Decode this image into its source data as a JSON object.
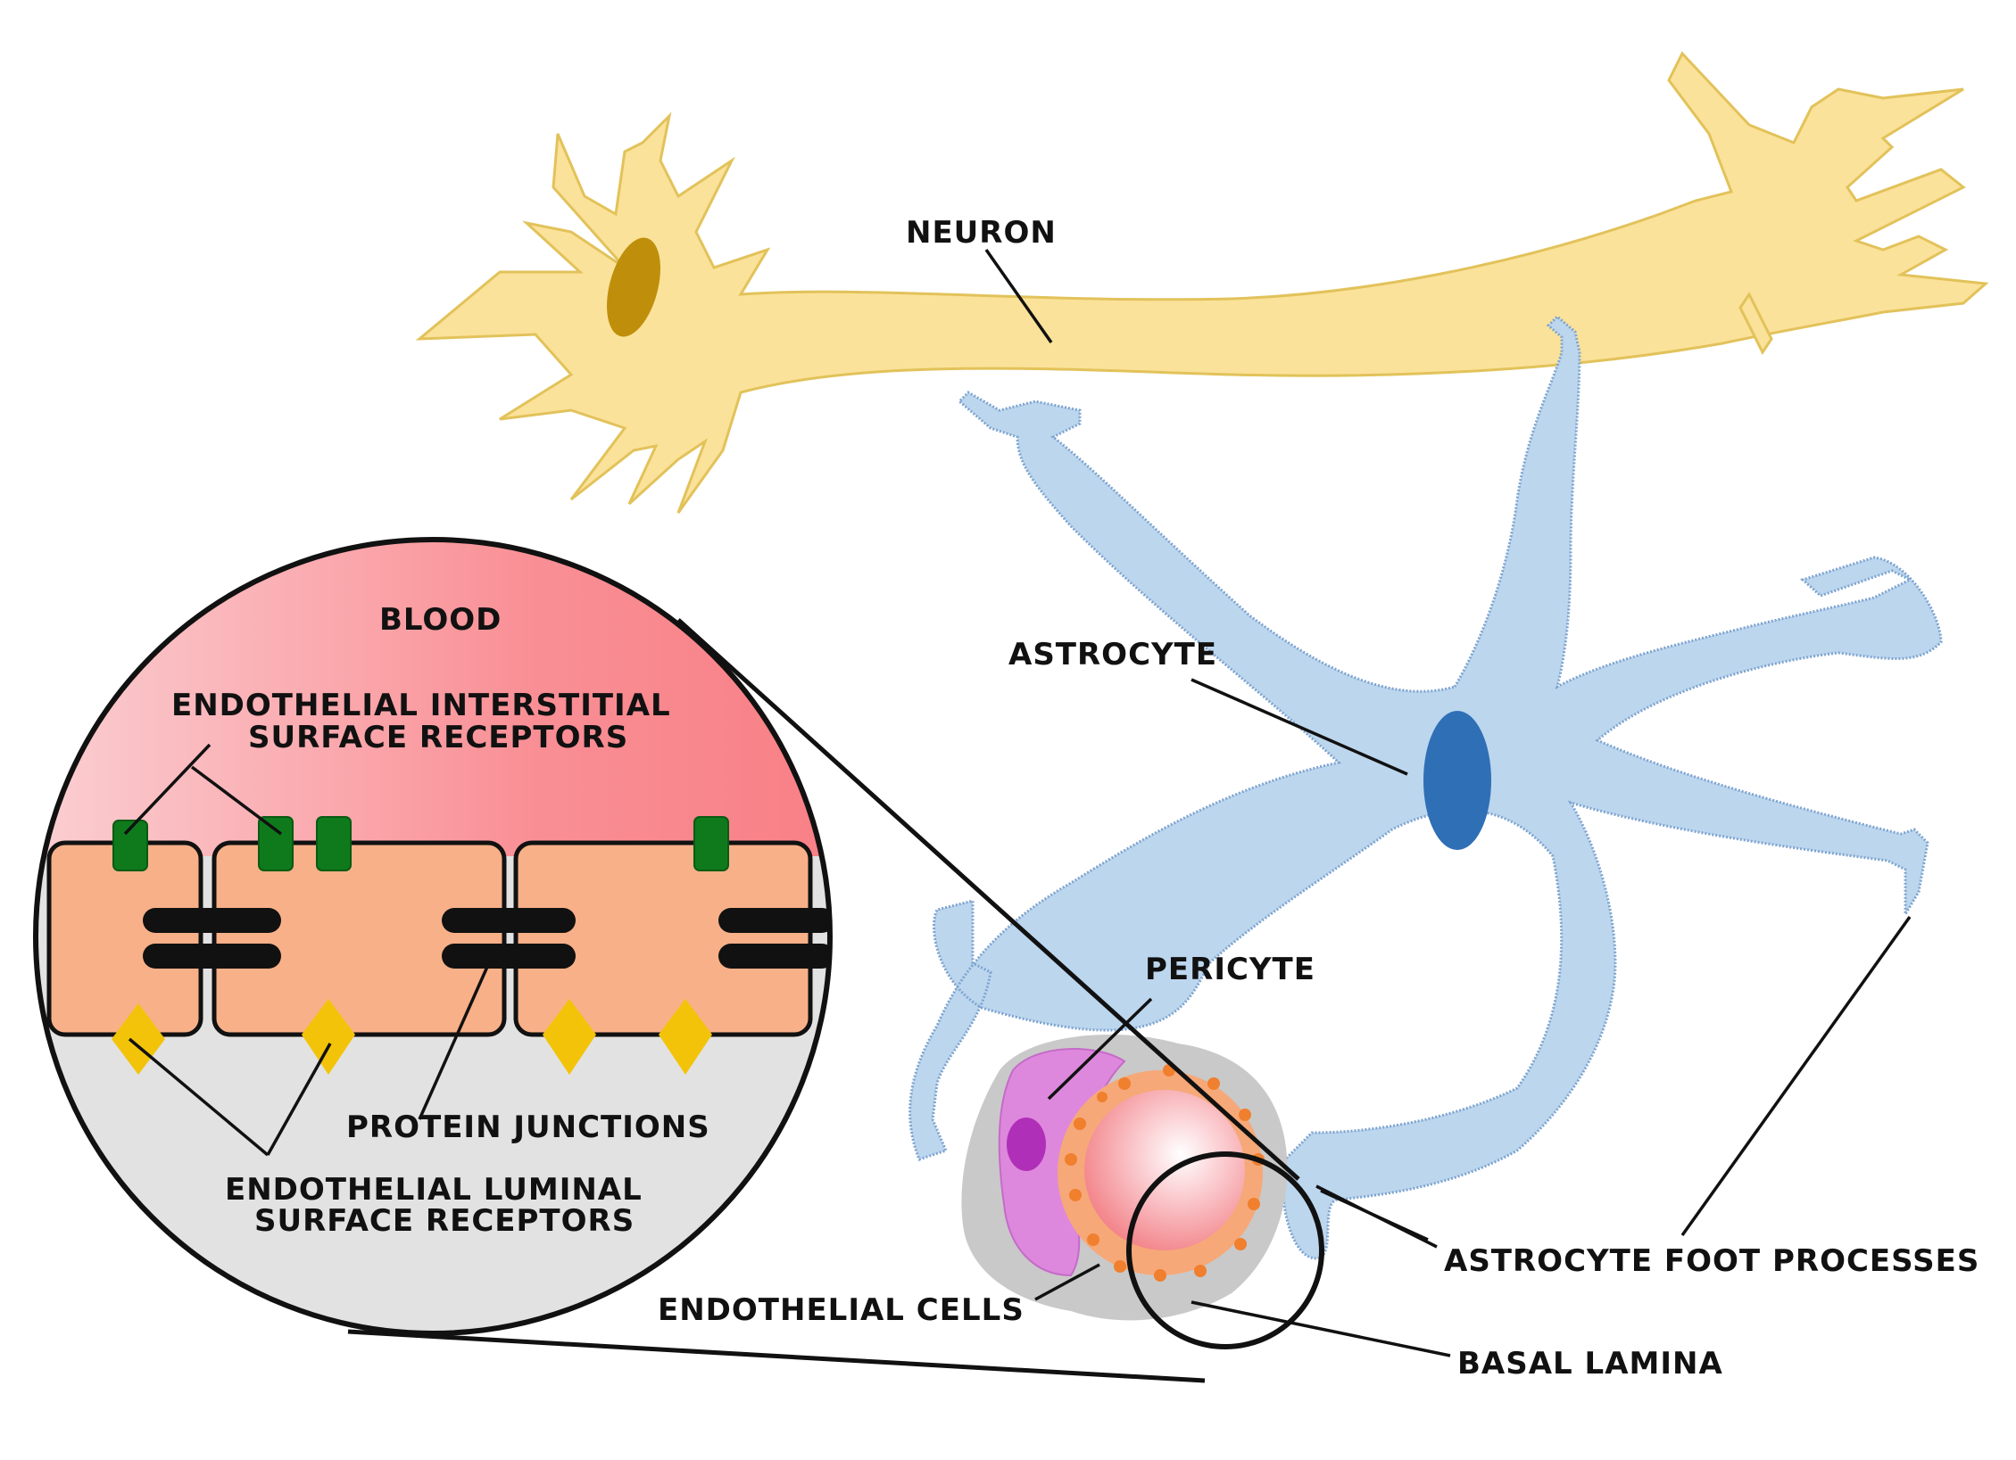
{
  "labels": {
    "neuron": "NEURON",
    "astrocyte": "ASTROCYTE",
    "pericyte": "PERICYTE",
    "astrocyte_foot_processes": "ASTROCYTE FOOT PROCESSES",
    "endothelial_cells": "ENDOTHELIAL CELLS",
    "basal_lamina": "BASAL LAMINA",
    "blood": "BLOOD",
    "interstitial_line1": "ENDOTHELIAL INTERSTITIAL",
    "interstitial_line2": "SURFACE RECEPTORS",
    "protein_junctions": "PROTEIN JUNCTIONS",
    "luminal_line1": "ENDOTHELIAL LUMINAL",
    "luminal_line2": "SURFACE RECEPTORS"
  },
  "colors": {
    "neuron_fill": "#fbe29a",
    "neuron_stroke": "#e2c25a",
    "nucleus_neuron": "#bf8f0b",
    "astrocyte_fill": "#bcd6ee",
    "astrocyte_stroke": "#7ea4cf",
    "nucleus_astrocyte": "#2f6fb5",
    "pericyte": "#dd88dd",
    "pericyte_nucleus": "#b02fb8",
    "endothelial_orange": "#f6a878",
    "blood_pink": "#f7858a",
    "cell_fill": "#f8b088",
    "receptor_green": "#0f7a1c",
    "receptor_yellow": "#f3c30a",
    "lumen_grey": "#e2e2e2"
  }
}
